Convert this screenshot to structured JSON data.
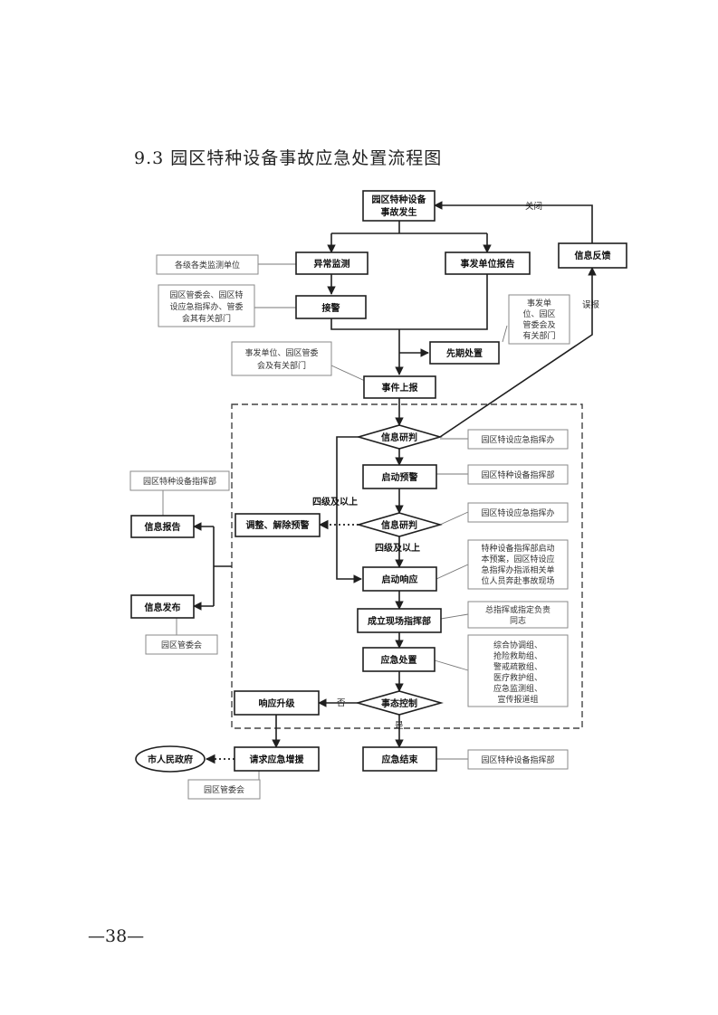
{
  "title": "9.3 园区特种设备事故应急处置流程图",
  "page_number": "—38—",
  "nodes": {
    "accident": [
      "园区特种设备",
      "事故发生"
    ],
    "abnormal_monitor": "异常监测",
    "unit_report": "事发单位报告",
    "alarm": "接警",
    "early_disposal": "先期处置",
    "event_report": "事件上报",
    "info_feedback": "信息反馈",
    "info_judge_1": "信息研判",
    "start_warning": "启动预警",
    "info_judge_2": "信息研判",
    "adjust_warning": "调整、解除预警",
    "start_response": "启动响应",
    "field_command": "成立现场指挥部",
    "emergency_disposal": "应急处置",
    "situation_control": "事态控制",
    "response_upgrade": "响应升级",
    "request_support": "请求应急增援",
    "city_government": "市人民政府",
    "emergency_end": "应急结束",
    "info_report": "信息报告",
    "info_release": "信息发布"
  },
  "notes": {
    "monitor_units": "各级各类监测单位",
    "alarm_units": [
      "园区管委会、园区特",
      "设应急指挥办、管委",
      "会其有关部门"
    ],
    "early_units": [
      "事发单",
      "位、园区",
      "管委会及",
      "有关部门"
    ],
    "report_units": [
      "事发单位、园区管委",
      "会及有关部门"
    ],
    "judge1_unit": "园区特设应急指挥办",
    "warning_unit": "园区特种设备指挥部",
    "judge2_unit": "园区特设应急指挥办",
    "response_note": [
      "特种设备指挥部启动",
      "本预案，园区特设应",
      "急指挥办指派相关单",
      "位人员奔赴事故现场"
    ],
    "field_note": [
      "总指挥或指定负责",
      "同志"
    ],
    "groups": [
      "综合协调组、",
      "抢险救助组、",
      "警戒疏散组、",
      "医疗救护组、",
      "应急监测组、",
      "宣传报道组"
    ],
    "support_unit": "园区管委会",
    "end_unit": "园区特种设备指挥部",
    "report_unit": "园区特种设备指挥部",
    "release_unit": "园区管委会"
  },
  "edge_labels": {
    "close": "关闭",
    "mis_report": "误报",
    "level4_up_a": "四级及以上",
    "level4_up_b": "四级及以上",
    "no": "否",
    "yes": "是"
  }
}
